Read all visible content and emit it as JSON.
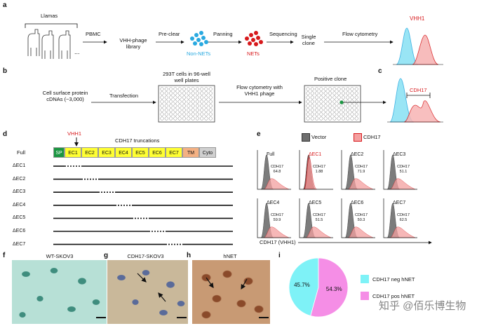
{
  "panel_letters": [
    "a",
    "b",
    "c",
    "d",
    "e",
    "f",
    "g",
    "h",
    "i"
  ],
  "a": {
    "llamas": "Llamas",
    "ellipsis": "...",
    "pbmc": "PBMC",
    "library": [
      "VHH-phage",
      "library"
    ],
    "preclear": "Pre-clear",
    "nonnets": "Non-NETs",
    "panning": "Panning",
    "nets": "NETs",
    "sequencing": "Sequencing",
    "single": [
      "Single",
      "clone"
    ],
    "flow": "Flow cytometry",
    "vhh1": "VHH1"
  },
  "b": {
    "cdna": [
      "Cell surface protein",
      "cDNAs (~3,000)"
    ],
    "transfection": "Transfection",
    "plates": [
      "293T cells in 96-well",
      "well plates"
    ],
    "flow": [
      "Flow cytometry with",
      "VHH1 phage"
    ],
    "positive": "Positive clone"
  },
  "c": {
    "label": "CDH17"
  },
  "d": {
    "vhh1": "VHH1",
    "title": "CDH17 truncations",
    "full": "Full",
    "domains": [
      {
        "name": "SP",
        "color": "#1a9641",
        "text": "#fff"
      },
      {
        "name": "EC1",
        "color": "#ffff33",
        "text": "#111"
      },
      {
        "name": "EC2",
        "color": "#ffff33",
        "text": "#111"
      },
      {
        "name": "EC3",
        "color": "#ffff33",
        "text": "#111"
      },
      {
        "name": "EC4",
        "color": "#ffff33",
        "text": "#111"
      },
      {
        "name": "EC5",
        "color": "#ffff33",
        "text": "#111"
      },
      {
        "name": "EC6",
        "color": "#ffff33",
        "text": "#111"
      },
      {
        "name": "EC7",
        "color": "#ffff33",
        "text": "#111"
      },
      {
        "name": "TM",
        "color": "#f4b183",
        "text": "#111"
      },
      {
        "name": "Cyto",
        "color": "#d0d0d0",
        "text": "#111"
      }
    ],
    "truncations": [
      "ΔEC1",
      "ΔEC2",
      "ΔEC3",
      "ΔEC4",
      "ΔEC5",
      "ΔEC6",
      "ΔEC7"
    ]
  },
  "e": {
    "legend_vector": "Vector",
    "legend_cdh17": "CDH17",
    "vector_color": "#6e6e6e",
    "cdh17_color": "#f4a0a0",
    "axis": "CDH17 (VHH1)",
    "cdh17_tag": "CDH17",
    "hists": [
      {
        "title": "Full",
        "value": "64.8",
        "highlight": false
      },
      {
        "title": "ΔEC1",
        "value": "1.88",
        "highlight": true
      },
      {
        "title": "ΔEC2",
        "value": "71.9",
        "highlight": false
      },
      {
        "title": "ΔEC3",
        "value": "51.1",
        "highlight": false
      },
      {
        "title": "ΔEC4",
        "value": "59.9",
        "highlight": false
      },
      {
        "title": "ΔEC5",
        "value": "51.5",
        "highlight": false
      },
      {
        "title": "ΔEC6",
        "value": "50.3",
        "highlight": false
      },
      {
        "title": "ΔEC7",
        "value": "62.5",
        "highlight": false
      }
    ]
  },
  "f": {
    "title": "WT-SKOV3"
  },
  "g": {
    "title": "CDH17-SKOV3"
  },
  "h": {
    "title": "hNET"
  },
  "chart_data": {
    "type": "pie",
    "categories": [
      "CDH17 neg hNET",
      "CDH17 pos hNET"
    ],
    "values": [
      45.7,
      54.3
    ],
    "labels": [
      "45.7%",
      "54.3%"
    ],
    "colors": [
      "#7ef2f7",
      "#f58ee6"
    ]
  },
  "watermark": "知乎 @佰乐博生物"
}
